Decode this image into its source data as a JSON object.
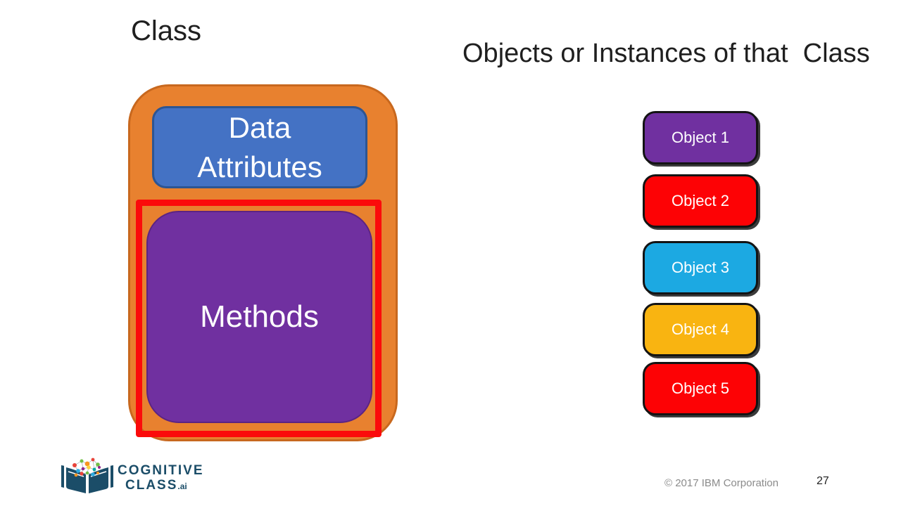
{
  "slide": {
    "background": "#FFFFFF",
    "left_panel": {
      "title": "Class",
      "container": {
        "fill": "#E8812F",
        "border": "#C8681E"
      },
      "data_attributes": {
        "label": "Data Attributes",
        "fill": "#4472C4",
        "border": "#2D5593",
        "text_color": "#FFFFFF"
      },
      "methods": {
        "label": "Methods",
        "fill": "#7030A0",
        "border": "#5C2482",
        "text_color": "#FFFFFF"
      },
      "highlight": {
        "color": "#FB0B0B"
      }
    },
    "right_panel": {
      "title": "Objects or Instances of that  Class",
      "objects": [
        {
          "label": "Object 1",
          "fill": "#7030A0"
        },
        {
          "label": "Object 2",
          "fill": "#FD0205"
        },
        {
          "label": "Object 3",
          "fill": "#1CA9E2"
        },
        {
          "label": "Object 4",
          "fill": "#F9B411"
        },
        {
          "label": "Object 5",
          "fill": "#FD0205"
        }
      ],
      "object_border": "#131313",
      "object_text_color": "#FFFFFF"
    },
    "footer": {
      "logo_line1": "COGNITIVE",
      "logo_line2": "CLASS",
      "logo_suffix": ".ai",
      "logo_color": "#1B4D68",
      "copyright": "© 2017 IBM Corporation",
      "page_number": "27"
    }
  }
}
